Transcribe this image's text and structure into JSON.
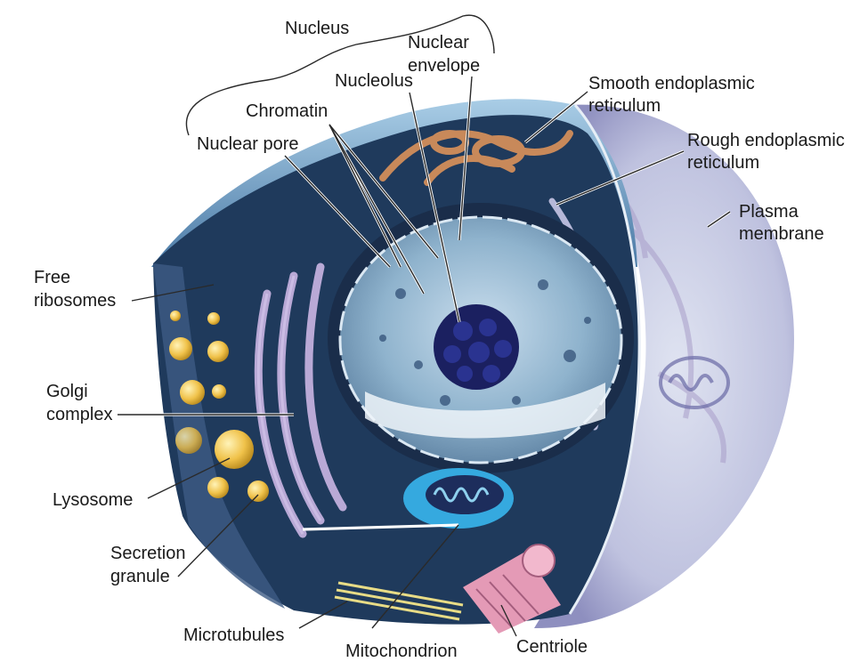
{
  "diagram": {
    "labels": {
      "nucleus": "Nucleus",
      "nuclear_envelope": [
        "Nuclear",
        "envelope"
      ],
      "nucleolus": "Nucleolus",
      "chromatin": "Chromatin",
      "nuclear_pore": "Nuclear pore",
      "smooth_er": [
        "Smooth endoplasmic",
        "reticulum"
      ],
      "rough_er": [
        "Rough endoplasmic",
        "reticulum"
      ],
      "plasma_membrane": [
        "Plasma",
        "membrane"
      ],
      "free_ribosomes": [
        "Free",
        "ribosomes"
      ],
      "golgi_complex": [
        "Golgi",
        "complex"
      ],
      "lysosome": "Lysosome",
      "secretion_granule": [
        "Secretion",
        "granule"
      ],
      "microtubules": "Microtubules",
      "mitochondrion": "Mitochondrion",
      "centriole": "Centriole"
    },
    "colors": {
      "cytoplasm": "#1f3a5c",
      "cell_rim": "#8fb7d6",
      "membrane_lilac": "#b9a9d6",
      "nucleus_fill": "#9fc1d8",
      "nucleolus": "#1b2060",
      "smooth_er": "#c8895a",
      "mito_outer": "#35a9df",
      "centriole": "#e49ab6",
      "lysosome": "#f0c24a",
      "microtubules": "#e8dc86",
      "label_text": "#1a1a1a"
    }
  }
}
